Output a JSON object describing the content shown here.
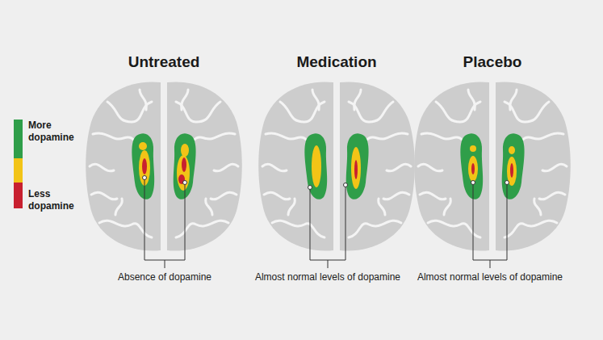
{
  "diagram": {
    "labels": [
      "Untreated",
      "Medication",
      "Placebo",
      "Absence of dopamine",
      "Almost normal levels of dopamine",
      "Almost normal levels of dopamine"
    ],
    "legend": [
      {
        "text": "More dopamine",
        "color": "#2f9e49"
      },
      {
        "text": "Less dopamine",
        "color": "#c8202f"
      }
    ]
  }
}
